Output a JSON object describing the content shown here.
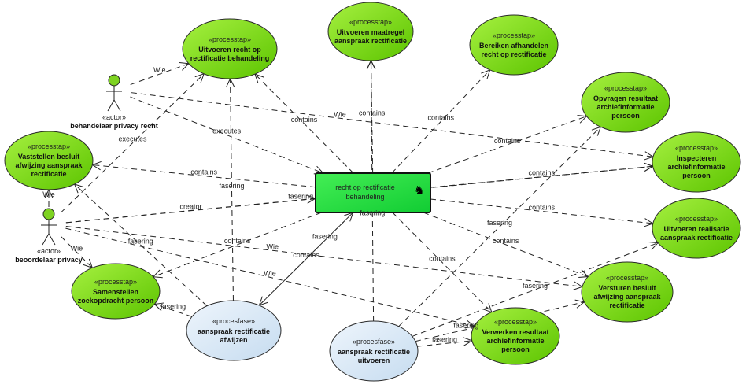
{
  "colors": {
    "processtap": "#7ed321",
    "procesfase": "#d6e6f5",
    "center": "#22dd44",
    "edge": "#222222"
  },
  "center": {
    "id": "c",
    "lines": [
      "recht op rectificatie",
      "behandeling"
    ],
    "icon": "chess-knight-icon"
  },
  "nodes": [
    {
      "id": "n1",
      "stereotype": "«processtap»",
      "lines": [
        "Uitvoeren recht op",
        "rectificatie behandeling"
      ],
      "kind": "processtap"
    },
    {
      "id": "n2",
      "stereotype": "«processtap»",
      "lines": [
        "Uitvoeren maatregel",
        "aanspraak rectificatie"
      ],
      "kind": "processtap"
    },
    {
      "id": "n3",
      "stereotype": "«processtap»",
      "lines": [
        "Bereiken afhandelen",
        "recht op rectificatie"
      ],
      "kind": "processtap"
    },
    {
      "id": "n4",
      "stereotype": "«processtap»",
      "lines": [
        "Opvragen resultaat",
        "archiefinformatie",
        "persoon"
      ],
      "kind": "processtap"
    },
    {
      "id": "n5",
      "stereotype": "«processtap»",
      "lines": [
        "Inspecteren",
        "archiefinformatie",
        "persoon"
      ],
      "kind": "processtap"
    },
    {
      "id": "n6",
      "stereotype": "«processtap»",
      "lines": [
        "Uitvoeren realisatie",
        "aanspraak rectificatie"
      ],
      "kind": "processtap"
    },
    {
      "id": "n7",
      "stereotype": "«processtap»",
      "lines": [
        "Versturen besluit",
        "afwijzing aanspraak",
        "rectificatie"
      ],
      "kind": "processtap"
    },
    {
      "id": "n8",
      "stereotype": "«processtap»",
      "lines": [
        "Verwerken resultaat",
        "archiefinformatie",
        "persoon"
      ],
      "kind": "processtap"
    },
    {
      "id": "n9",
      "stereotype": "«procesfase»",
      "lines": [
        "aanspraak rectificatie",
        "uitvoeren"
      ],
      "kind": "procesfase"
    },
    {
      "id": "n10",
      "stereotype": "«procesfase»",
      "lines": [
        "aanspraak rectificatie",
        "afwijzen"
      ],
      "kind": "procesfase"
    },
    {
      "id": "n11",
      "stereotype": "«processtap»",
      "lines": [
        "Samenstellen",
        "zoekopdracht persoon"
      ],
      "kind": "processtap"
    },
    {
      "id": "n12",
      "stereotype": "«processtap»",
      "lines": [
        "Vaststellen besluit",
        "afwijzing aanspraak",
        "rectificatie"
      ],
      "kind": "processtap"
    }
  ],
  "actors": [
    {
      "id": "a1",
      "stereotype": "«actor»",
      "name": "behandelaar privacy recht"
    },
    {
      "id": "a2",
      "stereotype": "«actor»",
      "name": "beoordelaar privacy"
    }
  ],
  "edges": [
    {
      "from": "a1",
      "to": "n1",
      "label": "Wie"
    },
    {
      "from": "c",
      "to": "n1",
      "label": "contains"
    },
    {
      "from": "c",
      "to": "n2",
      "label": "contains"
    },
    {
      "from": "c",
      "to": "n3",
      "label": "contains"
    },
    {
      "from": "c",
      "to": "n4",
      "label": "contains"
    },
    {
      "from": "c",
      "to": "n5",
      "label": "contains"
    },
    {
      "from": "c",
      "to": "n6",
      "label": "contains"
    },
    {
      "from": "c",
      "to": "n7",
      "label": "contains"
    },
    {
      "from": "c",
      "to": "n8",
      "label": "contains"
    },
    {
      "from": "c",
      "to": "n10",
      "label": "contains"
    },
    {
      "from": "c",
      "to": "n11",
      "label": "contains"
    },
    {
      "from": "c",
      "to": "n12",
      "label": "contains"
    },
    {
      "from": "a1",
      "to": "c",
      "label": "executes"
    },
    {
      "from": "a2",
      "to": "n1",
      "label": "executes"
    },
    {
      "from": "a2",
      "to": "c",
      "label": "creator"
    },
    {
      "from": "a2",
      "to": "n12",
      "label": "Wie"
    },
    {
      "from": "a2",
      "to": "n11",
      "label": "Wie"
    },
    {
      "from": "a2",
      "to": "n7",
      "label": "Wie"
    },
    {
      "from": "a2",
      "to": "n8",
      "label": "Wie"
    },
    {
      "from": "a1",
      "to": "n5",
      "label": "Wie"
    },
    {
      "from": "n10",
      "to": "n12",
      "label": "fasering"
    },
    {
      "from": "n10",
      "to": "n11",
      "label": "fasering"
    },
    {
      "from": "n10",
      "to": "n1",
      "label": "fasering"
    },
    {
      "from": "n9",
      "to": "n2",
      "label": "fasering"
    },
    {
      "from": "n9",
      "to": "n4",
      "label": "fasering"
    },
    {
      "from": "n9",
      "to": "n6",
      "label": "fasering"
    },
    {
      "from": "n9",
      "to": "n7",
      "label": "fasering"
    },
    {
      "from": "n9",
      "to": "n8",
      "label": "fasering"
    },
    {
      "from": "n10",
      "to": "c",
      "label": "fasering"
    },
    {
      "from": "a2",
      "to": "n5",
      "label": "fasering"
    }
  ]
}
